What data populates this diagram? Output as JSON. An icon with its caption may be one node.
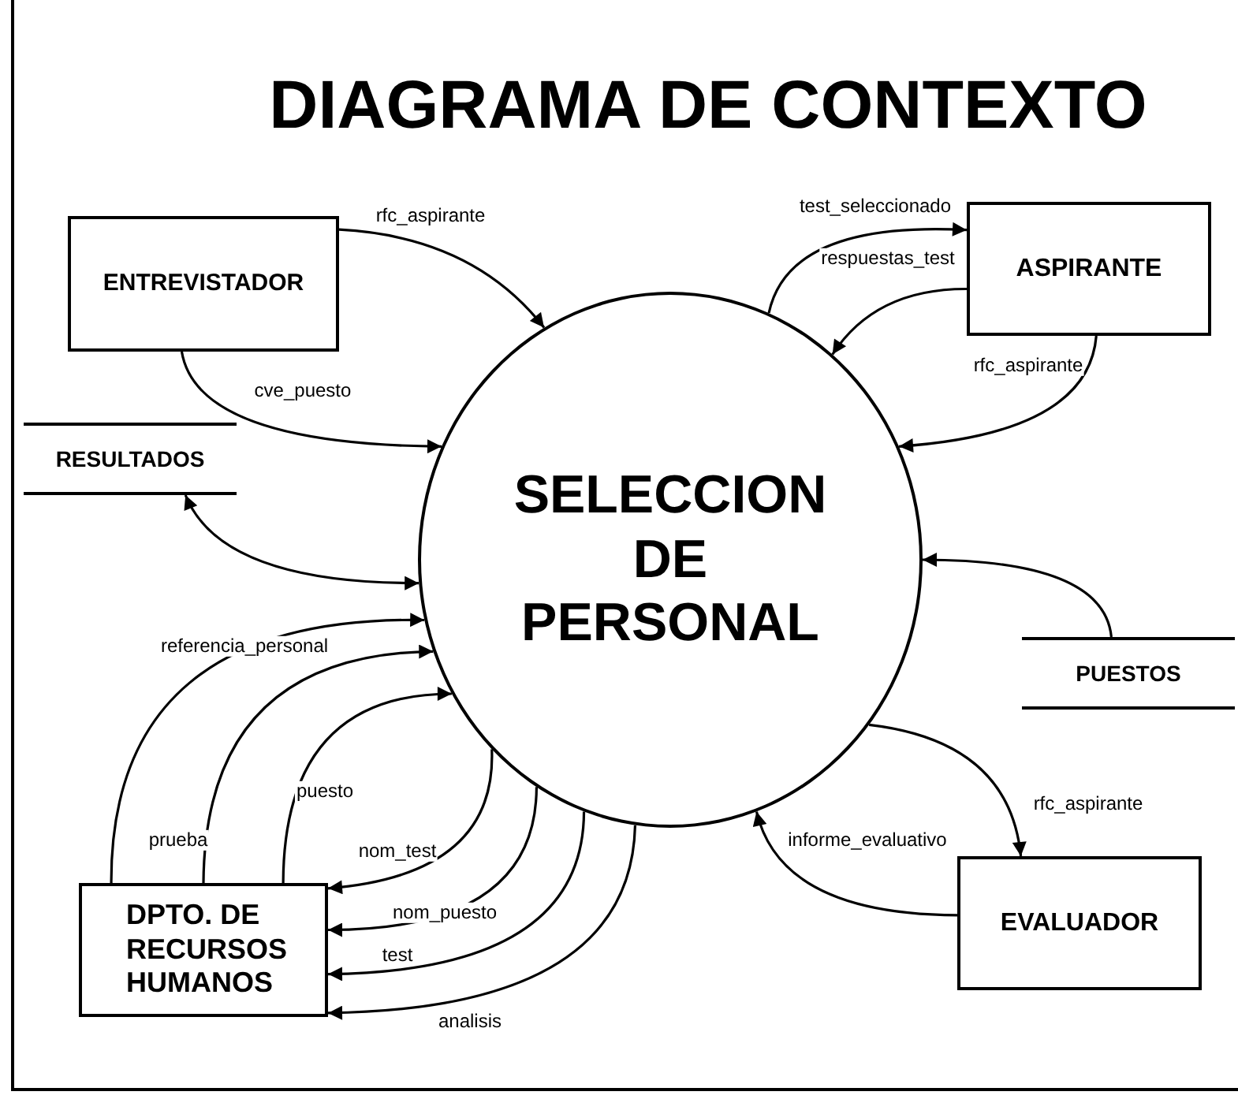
{
  "diagram": {
    "title": "DIAGRAMA DE CONTEXTO",
    "nodes": [
      {
        "text": [
          "ENTREVISTADOR"
        ]
      },
      {
        "text": [
          "ASPIRANTE"
        ]
      },
      {
        "text": [
          "RESULTADOS"
        ]
      },
      {
        "text": [
          "SELECCION DE PERSONAL"
        ]
      },
      {
        "text": [
          "PUESTOS"
        ]
      },
      {
        "text": [
          "DPTO. DE RECURSOS HUMANOS"
        ]
      },
      {
        "text": [
          "EVALUADOR"
        ]
      }
    ],
    "edges": [
      {
        "from": 0,
        "to": 3,
        "arrow": "to",
        "label": "rfc_aspirante"
      },
      {
        "from": 0,
        "to": 3,
        "arrow": "to",
        "label": "cve_puesto"
      },
      {
        "from": 3,
        "to": 1,
        "arrow": "to",
        "label": "test_seleccionado"
      },
      {
        "from": 1,
        "to": 3,
        "arrow": "to",
        "label": "respuestas_test"
      },
      {
        "from": 1,
        "to": 3,
        "arrow": "to",
        "label": "rfc_aspirante"
      },
      {
        "from": 2,
        "to": 3,
        "arrow": "both"
      },
      {
        "from": 4,
        "to": 3,
        "arrow": "to"
      },
      {
        "from": 5,
        "to": 3,
        "arrow": "to",
        "label": "referencia_personal"
      },
      {
        "from": 5,
        "to": 3,
        "arrow": "to",
        "label": "prueba"
      },
      {
        "from": 5,
        "to": 3,
        "arrow": "to",
        "label": "puesto"
      },
      {
        "from": 3,
        "to": 5,
        "arrow": "to",
        "label": "nom_test"
      },
      {
        "from": 3,
        "to": 5,
        "arrow": "to",
        "label": "nom_puesto"
      },
      {
        "from": 3,
        "to": 5,
        "arrow": "to",
        "label": "test"
      },
      {
        "from": 3,
        "to": 5,
        "arrow": "to",
        "label": "analisis"
      },
      {
        "from": 3,
        "to": 6,
        "arrow": "to",
        "label": "rfc_aspirante"
      },
      {
        "from": 6,
        "to": 3,
        "arrow": "to",
        "label": "informe_evaluativo"
      }
    ]
  }
}
